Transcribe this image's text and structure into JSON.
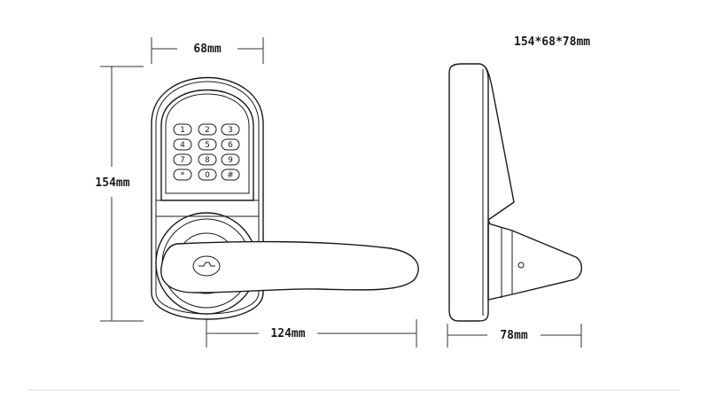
{
  "labels": {
    "overall_dimensions": "154*68*78mm",
    "width": "68mm",
    "height": "154mm",
    "handle_length": "124mm",
    "depth": "78mm"
  },
  "keypad": {
    "keys": [
      "1",
      "2",
      "3",
      "4",
      "5",
      "6",
      "7",
      "8",
      "9",
      "*",
      "0",
      "#"
    ]
  },
  "colors": {
    "line": "#1a1a1a",
    "dimension_line": "#333333",
    "footer_rule": "#d8d8d8",
    "background": "#ffffff"
  }
}
